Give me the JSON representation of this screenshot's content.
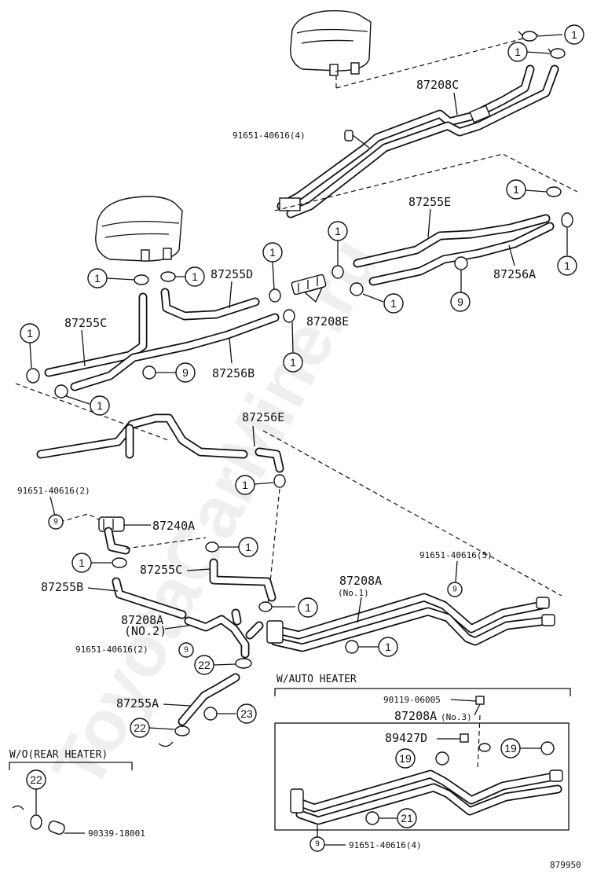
{
  "watermark": "ToyotaCarMine.ru",
  "labels": {
    "p87208C": "87208C",
    "p91651_4a": "91651-40616(4)",
    "p87255E": "87255E",
    "p87256A": "87256A",
    "p87255D": "87255D",
    "p87255C_top": "87255C",
    "p87208E": "87208E",
    "p87256B": "87256B",
    "p87256E": "87256E",
    "p91651_2a": "91651-40616(2)",
    "p87240A": "87240A",
    "p87255C_mid": "87255C",
    "p87255B": "87255B",
    "p87208A_no1": "87208A",
    "no1": "(No.1)",
    "p91651_5": "91651-40616(5)",
    "p87208A_no2": "87208A",
    "no2": "(NO.2)",
    "p91651_2b": "91651-40616(2)",
    "p87255A": "87255A",
    "w_auto_heater": "W/AUTO HEATER",
    "p90119": "90119-06005",
    "p87208A_no3": "87208A",
    "no3": "(No.3)",
    "p89427D": "89427D",
    "wo_rear_heater": "W/O(REAR HEATER)",
    "p90339": "90339-18001",
    "p91651_4b": "91651-40616(4)",
    "figure_number": "879950"
  },
  "callouts": {
    "c1": "1",
    "c9": "9",
    "c19": "19",
    "c21": "21",
    "c22": "22",
    "c23": "23"
  }
}
